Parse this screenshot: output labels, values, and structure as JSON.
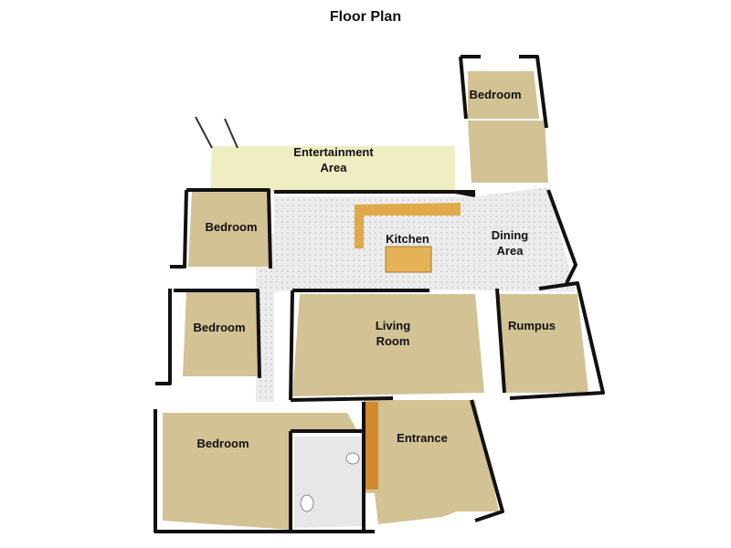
{
  "title": "Floor Plan",
  "colors": {
    "carpet": "#d2c294",
    "tile": "#e9e9e9",
    "outdoor": "#efedc2",
    "bench": "#e0a94a",
    "wall": "#111111"
  },
  "rooms": {
    "bedroom_top_right": "Bedroom",
    "entertainment_line1": "Entertainment",
    "entertainment_line2": "Area",
    "bedroom_left_upper": "Bedroom",
    "kitchen": "Kitchen",
    "dining_line1": "Dining",
    "dining_line2": "Area",
    "bedroom_left_middle": "Bedroom",
    "living_line1": "Living",
    "living_line2": "Room",
    "rumpus": "Rumpus",
    "bedroom_bottom_left": "Bedroom",
    "entrance": "Entrance"
  }
}
